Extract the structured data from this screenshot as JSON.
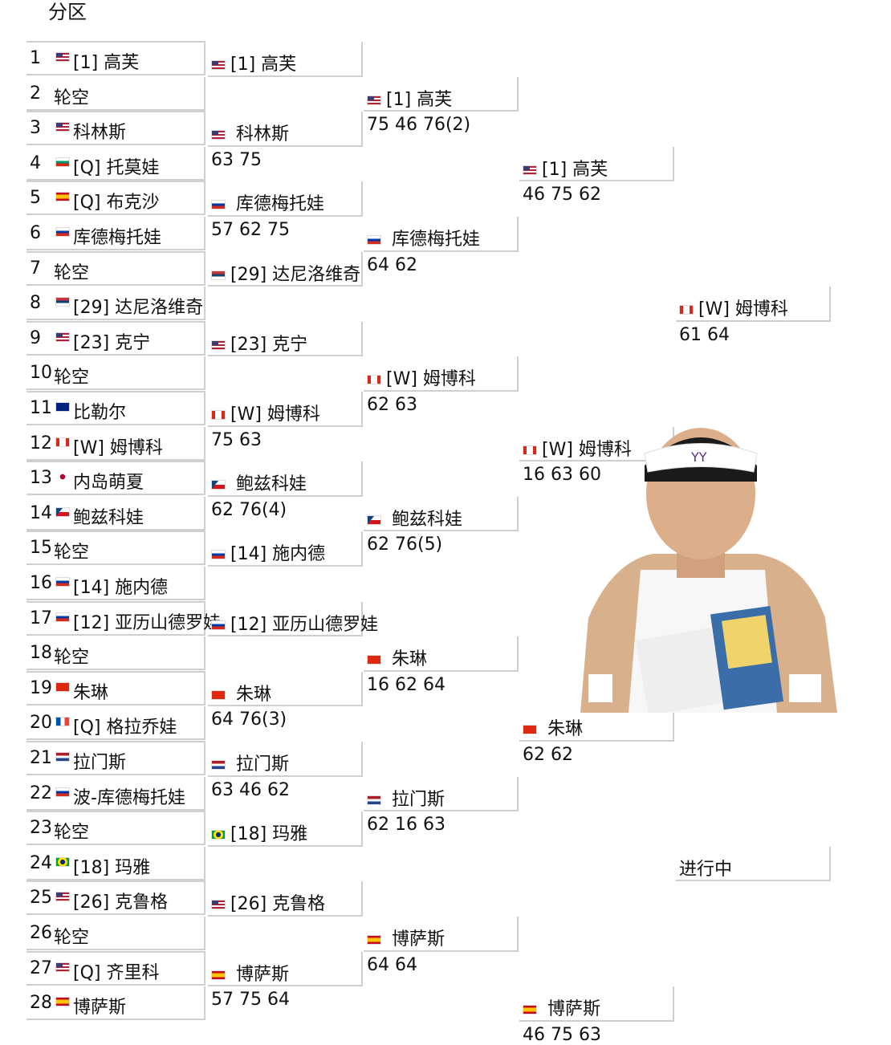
{
  "title": "分区",
  "draw": [
    {
      "num": "1",
      "flag": "us",
      "name": "[1] 高芙"
    },
    {
      "num": "2",
      "flag": "",
      "name": "轮空"
    },
    {
      "num": "3",
      "flag": "us",
      "name": " 科林斯"
    },
    {
      "num": "4",
      "flag": "bg",
      "name": "[Q] 托莫娃"
    },
    {
      "num": "5",
      "flag": "es",
      "name": "[Q] 布克沙"
    },
    {
      "num": "6",
      "flag": "ru",
      "name": " 库德梅托娃"
    },
    {
      "num": "7",
      "flag": "",
      "name": "轮空"
    },
    {
      "num": "8",
      "flag": "rs",
      "name": "[29] 达尼洛维奇"
    },
    {
      "num": "9",
      "flag": "us",
      "name": "[23] 克宁"
    },
    {
      "num": "10",
      "flag": "",
      "name": "轮空"
    },
    {
      "num": "11",
      "flag": "au",
      "name": " 比勒尔"
    },
    {
      "num": "12",
      "flag": "ca",
      "name": "[W] 姆博科"
    },
    {
      "num": "13",
      "flag": "jp",
      "name": " 内岛萌夏"
    },
    {
      "num": "14",
      "flag": "cz",
      "name": " 鲍兹科娃"
    },
    {
      "num": "15",
      "flag": "",
      "name": "轮空"
    },
    {
      "num": "16",
      "flag": "ru",
      "name": "[14] 施内德"
    },
    {
      "num": "17",
      "flag": "ru",
      "name": "[12] 亚历山德罗娃"
    },
    {
      "num": "18",
      "flag": "",
      "name": "轮空"
    },
    {
      "num": "19",
      "flag": "cn",
      "name": " 朱琳"
    },
    {
      "num": "20",
      "flag": "fr",
      "name": "[Q] 格拉乔娃"
    },
    {
      "num": "21",
      "flag": "nl",
      "name": " 拉门斯"
    },
    {
      "num": "22",
      "flag": "ru",
      "name": " 波-库德梅托娃"
    },
    {
      "num": "23",
      "flag": "",
      "name": "轮空"
    },
    {
      "num": "24",
      "flag": "br",
      "name": "[18] 玛雅"
    },
    {
      "num": "25",
      "flag": "us",
      "name": "[26] 克鲁格"
    },
    {
      "num": "26",
      "flag": "",
      "name": "轮空"
    },
    {
      "num": "27",
      "flag": "us",
      "name": "[Q] 齐里科"
    },
    {
      "num": "28",
      "flag": "es",
      "name": " 博萨斯"
    }
  ],
  "round2": [
    {
      "flag": "us",
      "name": "[1] 高芙",
      "score": ""
    },
    {
      "flag": "us",
      "name": " 科林斯",
      "score": "63 75"
    },
    {
      "flag": "ru",
      "name": " 库德梅托娃",
      "score": "57 62 75"
    },
    {
      "flag": "rs",
      "name": "[29] 达尼洛维奇",
      "score": ""
    },
    {
      "flag": "us",
      "name": "[23] 克宁",
      "score": ""
    },
    {
      "flag": "ca",
      "name": "[W] 姆博科",
      "score": "75 63"
    },
    {
      "flag": "cz",
      "name": " 鲍兹科娃",
      "score": "62 76(4)"
    },
    {
      "flag": "ru",
      "name": "[14] 施内德",
      "score": ""
    },
    {
      "flag": "ru",
      "name": "[12] 亚历山德罗娃",
      "score": ""
    },
    {
      "flag": "cn",
      "name": " 朱琳",
      "score": "64 76(3)"
    },
    {
      "flag": "nl",
      "name": " 拉门斯",
      "score": "63 46 62"
    },
    {
      "flag": "br",
      "name": "[18] 玛雅",
      "score": ""
    },
    {
      "flag": "us",
      "name": "[26] 克鲁格",
      "score": ""
    },
    {
      "flag": "es",
      "name": " 博萨斯",
      "score": "57 75 64"
    }
  ],
  "round3": [
    {
      "flag": "us",
      "name": "[1] 高芙",
      "score": "75 46 76(2)"
    },
    {
      "flag": "ru",
      "name": " 库德梅托娃",
      "score": "64 62"
    },
    {
      "flag": "ca",
      "name": "[W] 姆博科",
      "score": "62 63"
    },
    {
      "flag": "cz",
      "name": " 鲍兹科娃",
      "score": "62 76(5)"
    },
    {
      "flag": "cn",
      "name": " 朱琳",
      "score": "16 62 64"
    },
    {
      "flag": "nl",
      "name": " 拉门斯",
      "score": "62 16 63"
    },
    {
      "flag": "es",
      "name": " 博萨斯",
      "score": "64 64"
    }
  ],
  "round4": [
    {
      "flag": "us",
      "name": "[1] 高芙",
      "score": "46 75 62"
    },
    {
      "flag": "ca",
      "name": "[W] 姆博科",
      "score": "16 63 60"
    },
    {
      "flag": "cn",
      "name": " 朱琳",
      "score": "62 62"
    },
    {
      "flag": "es",
      "name": " 博萨斯",
      "score": "46 75 63"
    }
  ],
  "round5": [
    {
      "flag": "ca",
      "name": "[W] 姆博科",
      "score": "61 64"
    },
    {
      "flag": "",
      "name": "进行中",
      "score": ""
    }
  ]
}
